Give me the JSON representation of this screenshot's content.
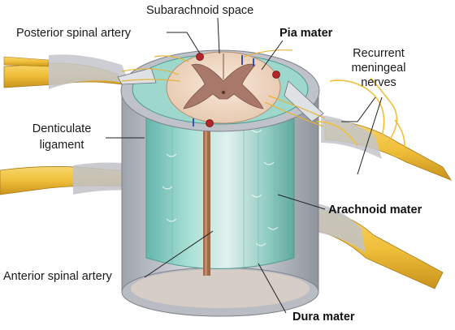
{
  "labels": {
    "subarachnoid_space": "Subarachnoid space",
    "posterior_spinal_artery": "Posterior spinal artery",
    "pia_mater": "Pia mater",
    "recurrent_meningeal_nerves": [
      "Recurrent",
      "meningeal",
      "nerves"
    ],
    "denticulate_ligament": [
      "Denticulate",
      "ligament"
    ],
    "arachnoid_mater": "Arachnoid mater",
    "anterior_spinal_artery": "Anterior spinal artery",
    "dura_mater": "Dura mater"
  },
  "colors": {
    "nerve_root": "#f0bf3a",
    "dura": "#c9ccd2",
    "arachnoid": "#8fd3c6",
    "spinal_cord": "#f3dcc6",
    "gray_matter": "#a8786a",
    "artery": "#b3262c",
    "vein": "#3a4fb0"
  }
}
